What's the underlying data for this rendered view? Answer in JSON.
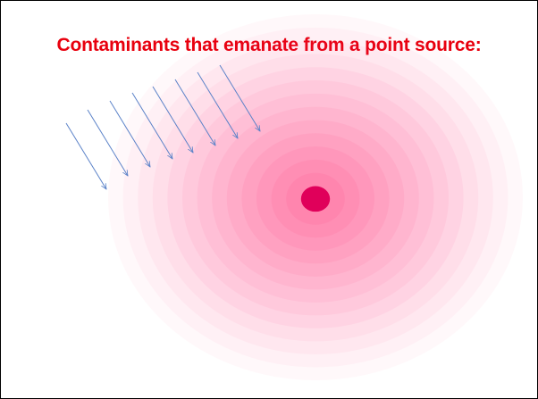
{
  "slide": {
    "title": "Contaminants that emanate from a point source:"
  },
  "diagram": {
    "source_color": "#e0005a",
    "ring_color": "#ff2d78",
    "arrow_color": "#5b82c8",
    "ring_count": 14,
    "arrow_count": 8
  }
}
